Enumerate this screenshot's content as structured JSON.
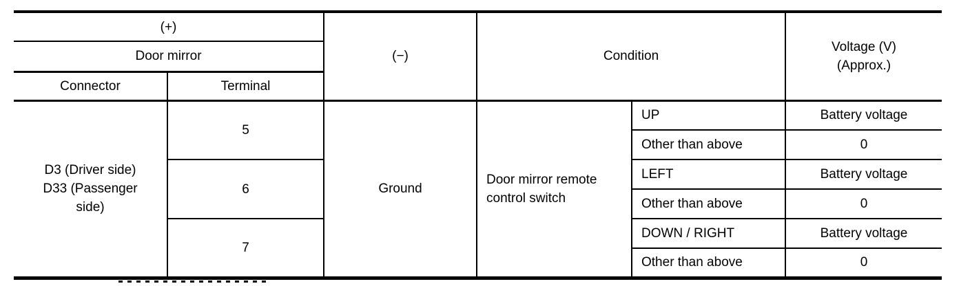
{
  "colors": {
    "border": "#000000",
    "text": "#000000",
    "background": "#ffffff"
  },
  "table": {
    "header": {
      "plus_label": "(+)",
      "door_mirror_label": "Door mirror",
      "connector_label": "Connector",
      "terminal_label": "Terminal",
      "minus_label": "(−)",
      "condition_label": "Condition",
      "voltage_label_line1": "Voltage (V)",
      "voltage_label_line2": "(Approx.)"
    },
    "body": {
      "connector_value": "D3 (Driver side)\nD33 (Passenger\nside)",
      "ground_label": "Ground",
      "switch_label": "Door mirror remote\ncontrol switch",
      "terminals": [
        {
          "terminal": "5",
          "rows": [
            {
              "condition": "UP",
              "voltage": "Battery voltage"
            },
            {
              "condition": "Other than above",
              "voltage": "0"
            }
          ]
        },
        {
          "terminal": "6",
          "rows": [
            {
              "condition": "LEFT",
              "voltage": "Battery voltage"
            },
            {
              "condition": "Other than above",
              "voltage": "0"
            }
          ]
        },
        {
          "terminal": "7",
          "rows": [
            {
              "condition": "DOWN / RIGHT",
              "voltage": "Battery voltage"
            },
            {
              "condition": "Other than above",
              "voltage": "0"
            }
          ]
        }
      ]
    }
  }
}
